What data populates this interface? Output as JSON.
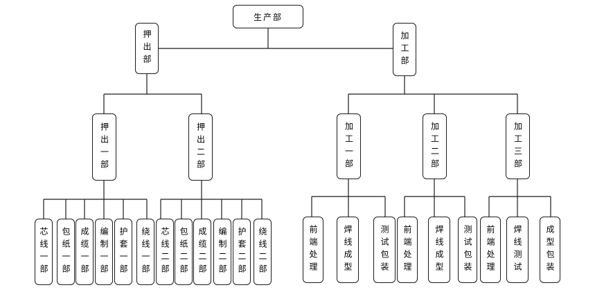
{
  "root": {
    "label": "生产部"
  },
  "divisions": [
    {
      "label": "押出部"
    },
    {
      "label": "加工部"
    }
  ],
  "departments": [
    {
      "label": "押出一部"
    },
    {
      "label": "押出二部"
    },
    {
      "label": "加工一部"
    },
    {
      "label": "加工二部"
    },
    {
      "label": "加工三部"
    }
  ],
  "units": [
    {
      "label": "芯线一部"
    },
    {
      "label": "包纸一部"
    },
    {
      "label": "成缆一部"
    },
    {
      "label": "编制一部"
    },
    {
      "label": "护套一部"
    },
    {
      "label": "绕线一部"
    },
    {
      "label": "芯线二部"
    },
    {
      "label": "包纸二部"
    },
    {
      "label": "成缆二部"
    },
    {
      "label": "编制二部"
    },
    {
      "label": "护套二部"
    },
    {
      "label": "绕线二部"
    },
    {
      "label": "前端处理"
    },
    {
      "label": "焊线成型"
    },
    {
      "label": "测试包装"
    },
    {
      "label": "前端处理"
    },
    {
      "label": "焊线成型"
    },
    {
      "label": "测试包装"
    },
    {
      "label": "前端处理"
    },
    {
      "label": "焊线测试"
    },
    {
      "label": "成型包装"
    }
  ]
}
